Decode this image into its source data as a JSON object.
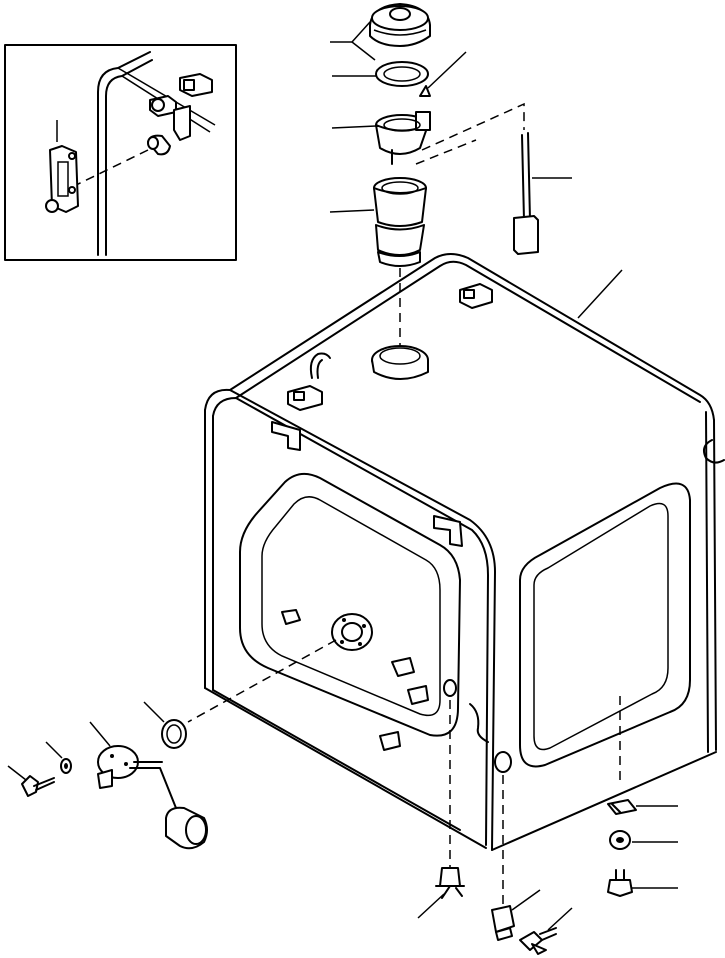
{
  "diagram": {
    "parts": [
      {
        "id": "filler-cap",
        "icon": "filler-cap-icon"
      },
      {
        "id": "cap-gasket",
        "icon": "gasket-ring-icon"
      },
      {
        "id": "strainer-screw",
        "icon": "screw-icon"
      },
      {
        "id": "filler-strainer",
        "icon": "strainer-icon"
      },
      {
        "id": "filler-neck-tube",
        "icon": "filler-tube-icon"
      },
      {
        "id": "dipstick",
        "icon": "dipstick-icon"
      },
      {
        "id": "fuel-tank",
        "icon": "fuel-tank-icon"
      },
      {
        "id": "sight-gauge",
        "icon": "sight-gauge-icon"
      },
      {
        "id": "sender-o-ring",
        "icon": "o-ring-icon"
      },
      {
        "id": "fuel-level-sender",
        "icon": "float-sender-icon"
      },
      {
        "id": "sender-washer",
        "icon": "washer-icon"
      },
      {
        "id": "sender-bolt",
        "icon": "bolt-icon"
      },
      {
        "id": "drain-valve",
        "icon": "drain-valve-icon"
      },
      {
        "id": "drain-fitting",
        "icon": "fitting-icon"
      },
      {
        "id": "drain-plug",
        "icon": "plug-icon"
      },
      {
        "id": "mount-clip",
        "icon": "clip-icon"
      },
      {
        "id": "mount-washer",
        "icon": "washer-icon"
      },
      {
        "id": "mount-bolt",
        "icon": "bolt-icon"
      }
    ]
  }
}
